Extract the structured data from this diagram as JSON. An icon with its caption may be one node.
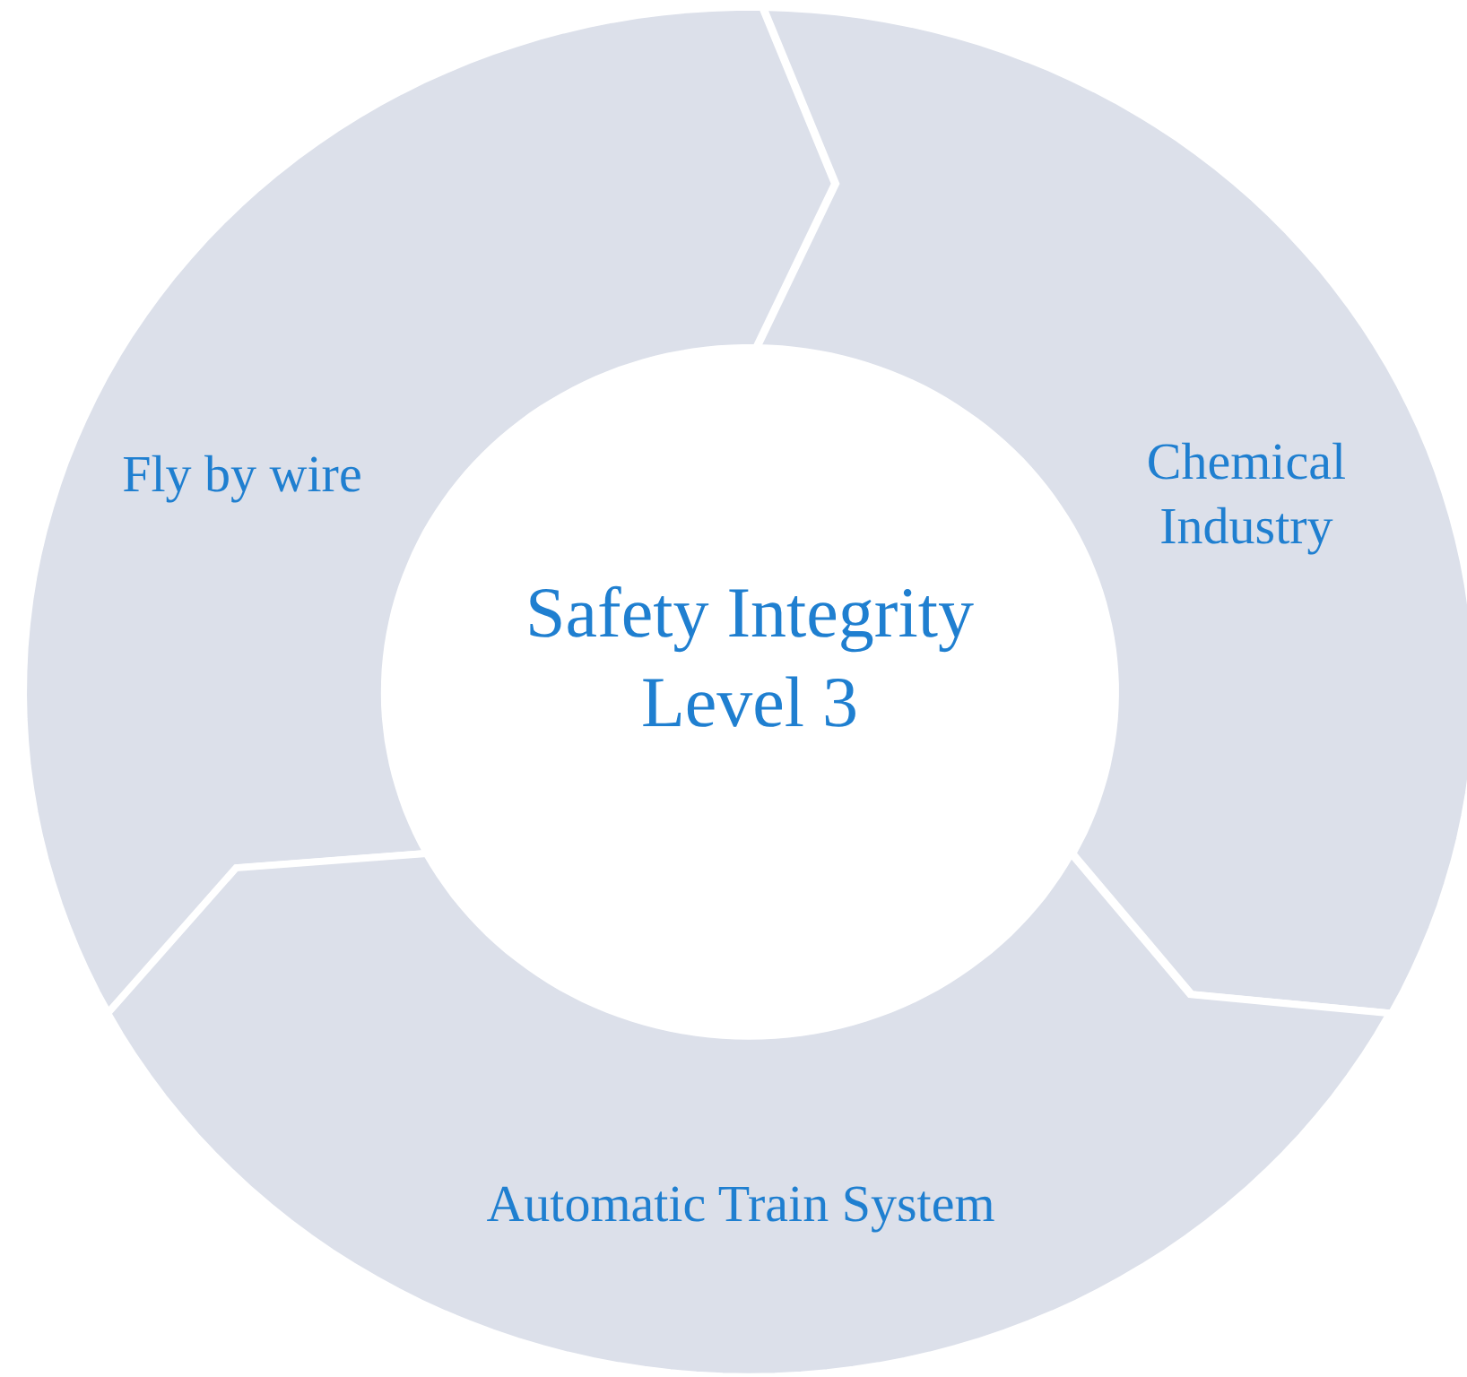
{
  "diagram": {
    "nodes": [
      {
        "text": [
          "Safety Integrity Level 3"
        ]
      },
      {
        "text": [
          "Fly by wire"
        ]
      },
      {
        "text": [
          "Chemical Industry"
        ]
      },
      {
        "text": [
          "Automatic Train System"
        ]
      }
    ]
  }
}
